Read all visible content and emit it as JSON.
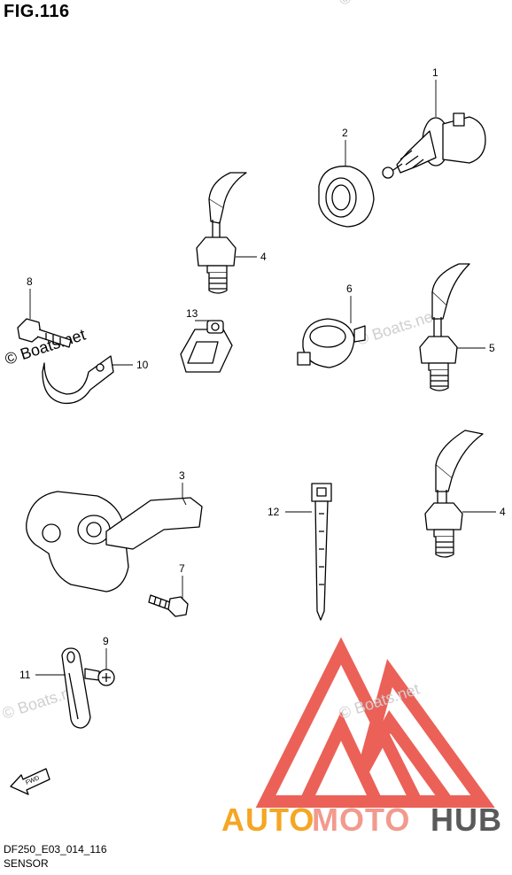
{
  "figure": {
    "title": "FIG.116",
    "code": "DF250_E03_014_116",
    "name": "SENSOR"
  },
  "callouts": [
    "1",
    "2",
    "3",
    "4",
    "4",
    "5",
    "6",
    "7",
    "8",
    "9",
    "10",
    "11",
    "12",
    "13"
  ],
  "watermark": {
    "main": "© Boats.net",
    "faint": "© Boats.net"
  },
  "direction_label": "FWD",
  "brand": {
    "part1": "AUTO",
    "part2": "MOTO",
    "part3": "HUB",
    "color_auto": "#f5a623",
    "color_moto": "#f29a8e",
    "color_hub": "#5a5a5a",
    "triangle_color": "#e8463c"
  }
}
